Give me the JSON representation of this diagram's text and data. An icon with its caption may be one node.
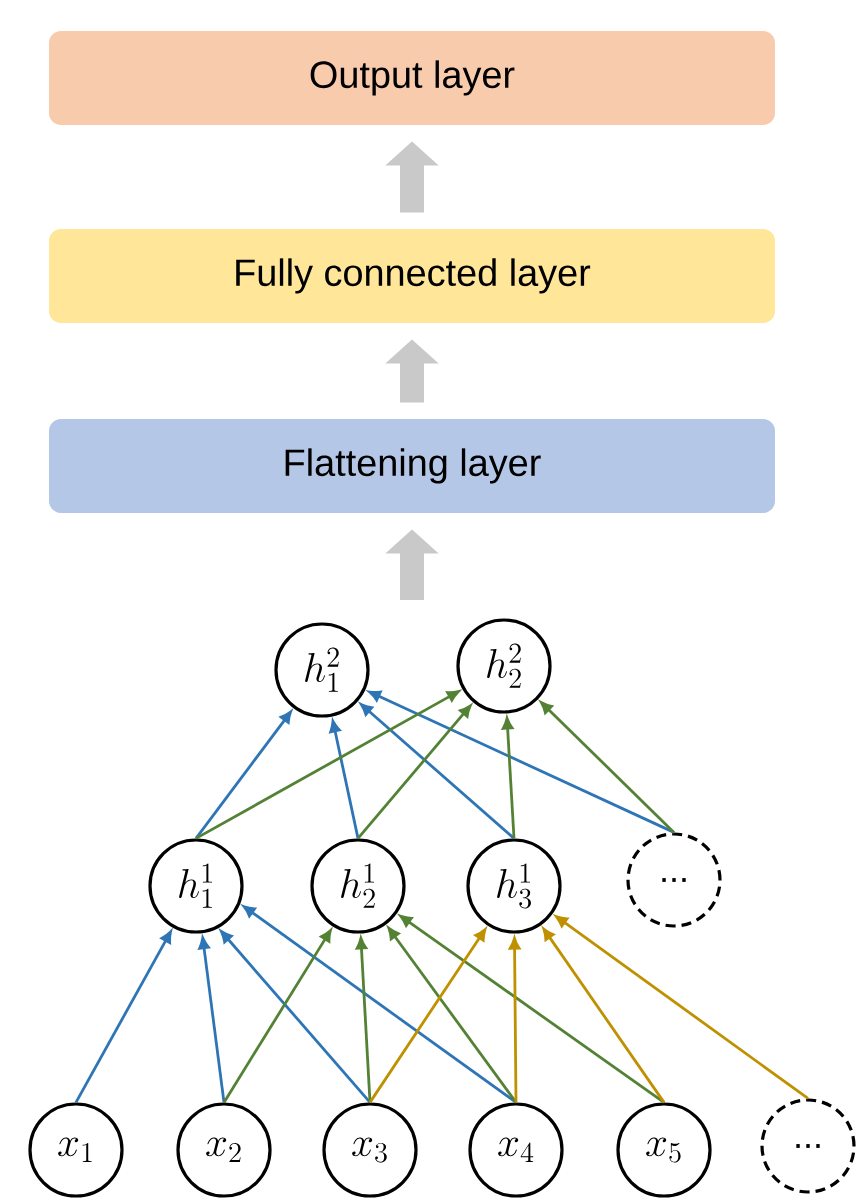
{
  "diagram": {
    "nodes": [
      {
        "text": [
          "Output layer"
        ]
      },
      {
        "text": [
          "Fully connected layer"
        ]
      },
      {
        "text": [
          "Flattening layer"
        ]
      },
      {
        "text": [
          "h_1^2"
        ]
      },
      {
        "text": [
          "h_2^2"
        ]
      },
      {
        "text": [
          "h_1^1"
        ]
      },
      {
        "text": [
          "h_2^1"
        ]
      },
      {
        "text": [
          "h_3^1"
        ]
      },
      {
        "text": [
          "..."
        ]
      },
      {
        "text": [
          "x_1"
        ]
      },
      {
        "text": [
          "x_2"
        ]
      },
      {
        "text": [
          "x_3"
        ]
      },
      {
        "text": [
          "x_4"
        ]
      },
      {
        "text": [
          "x_5"
        ]
      },
      {
        "text": [
          "..."
        ]
      }
    ],
    "edges": [
      {
        "from": 1,
        "to": 0,
        "arrow": "to",
        "style": "thick",
        "color": "#c9c9c9"
      },
      {
        "from": 2,
        "to": 1,
        "arrow": "to",
        "style": "thick",
        "color": "#c9c9c9"
      },
      {
        "from": null,
        "to": 2,
        "arrow": "to",
        "style": "thick",
        "color": "#c9c9c9"
      },
      {
        "from": 5,
        "to": 3,
        "arrow": "to",
        "color": "#2e75b6"
      },
      {
        "from": 6,
        "to": 3,
        "arrow": "to",
        "color": "#2e75b6"
      },
      {
        "from": 7,
        "to": 3,
        "arrow": "to",
        "color": "#2e75b6"
      },
      {
        "from": 8,
        "to": 3,
        "arrow": "to",
        "color": "#2e75b6"
      },
      {
        "from": 5,
        "to": 4,
        "arrow": "to",
        "color": "#548235"
      },
      {
        "from": 6,
        "to": 4,
        "arrow": "to",
        "color": "#548235"
      },
      {
        "from": 7,
        "to": 4,
        "arrow": "to",
        "color": "#548235"
      },
      {
        "from": 8,
        "to": 4,
        "arrow": "to",
        "color": "#548235"
      },
      {
        "from": 9,
        "to": 5,
        "arrow": "to",
        "color": "#2e75b6"
      },
      {
        "from": 10,
        "to": 5,
        "arrow": "to",
        "color": "#2e75b6"
      },
      {
        "from": 11,
        "to": 5,
        "arrow": "to",
        "color": "#2e75b6"
      },
      {
        "from": 12,
        "to": 5,
        "arrow": "to",
        "color": "#2e75b6"
      },
      {
        "from": 10,
        "to": 6,
        "arrow": "to",
        "color": "#548235"
      },
      {
        "from": 11,
        "to": 6,
        "arrow": "to",
        "color": "#548235"
      },
      {
        "from": 12,
        "to": 6,
        "arrow": "to",
        "color": "#548235"
      },
      {
        "from": 13,
        "to": 6,
        "arrow": "to",
        "color": "#548235"
      },
      {
        "from": 11,
        "to": 7,
        "arrow": "to",
        "color": "#bf9000"
      },
      {
        "from": 12,
        "to": 7,
        "arrow": "to",
        "color": "#bf9000"
      },
      {
        "from": 13,
        "to": 7,
        "arrow": "to",
        "color": "#bf9000"
      },
      {
        "from": 14,
        "to": 7,
        "arrow": "to",
        "color": "#bf9000"
      }
    ]
  }
}
